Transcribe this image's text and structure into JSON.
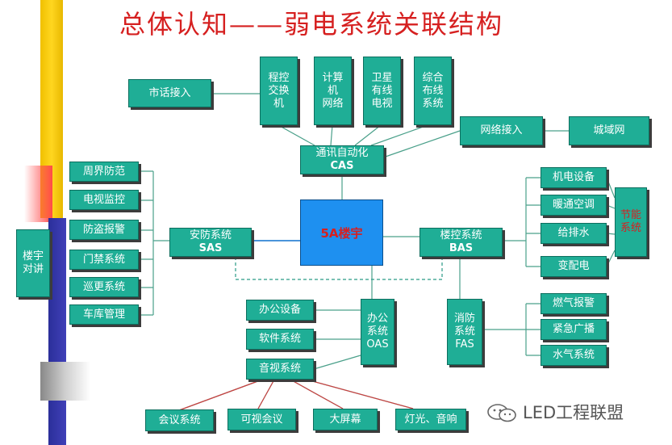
{
  "title": "总体认知——弱电系统关联结构",
  "center": "5A楼宇",
  "nodes": {
    "city_phone": "市话接入",
    "pbx": "程控\n交换\n机",
    "computer_net": "计算\n机\n网络",
    "satellite_tv": "卫星\n有线\n电视",
    "cabling": "综合\n布线\n系统",
    "net_access": "网络接入",
    "wan": "城域网",
    "cas_cn": "通讯自动化",
    "cas_en": "CAS",
    "sas_cn": "安防系统",
    "sas_en": "SAS",
    "bas_cn": "楼控系统",
    "bas_en": "BAS",
    "perimeter": "周界防范",
    "cctv": "电视监控",
    "burglar": "防盗报警",
    "access": "门禁系统",
    "patrol": "巡更系统",
    "parking": "车库管理",
    "intercom": "楼宇\n对讲",
    "mech": "机电设备",
    "hvac": "暖通空调",
    "water": "给排水",
    "power": "变配电",
    "energy": "节能\n系统",
    "office_equip": "办公设备",
    "software": "软件系统",
    "av": "音视系统",
    "oas_cn": "办公\n系统",
    "oas_en": "OAS",
    "fas_cn": "消防\n系统",
    "fas_en": "FAS",
    "gas_alarm": "燃气报警",
    "emergency": "紧急广播",
    "sprinkler": "水气系统",
    "conference": "会议系统",
    "video_conf": "可视会议",
    "big_screen": "大屏幕",
    "lighting": "灯光、音响"
  },
  "watermark": "LED工程联盟",
  "colors": {
    "box_fill": "#1fae96",
    "center_fill": "#1e90f0",
    "title": "#d62020",
    "line": "#4aa08a"
  }
}
